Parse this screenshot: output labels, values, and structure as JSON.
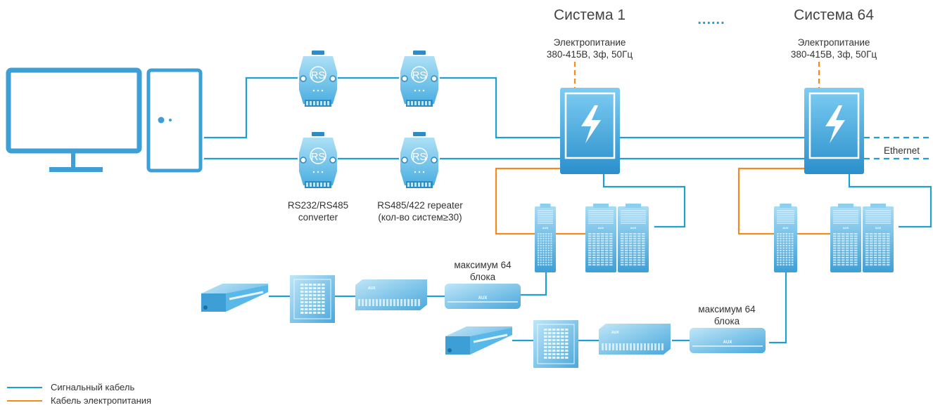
{
  "systems": [
    {
      "title": "Система 1",
      "power_line1": "Электропитание",
      "power_line2": "380-415В, 3ф, 50Гц"
    },
    {
      "title": "Система 64",
      "power_line1": "Электропитание",
      "power_line2": "380-415В, 3ф, 50Гц"
    }
  ],
  "ellipsis": "......",
  "converter_label": {
    "line1": "RS232/RS485",
    "line2": "converter"
  },
  "repeater_label": {
    "line1": "RS485/422 repeater",
    "line2": "(кол-во систем≥30)"
  },
  "module_text": "RS",
  "ethernet_label": "Ethernet",
  "max_blocks": [
    {
      "line1": "максимум 64",
      "line2": "блока"
    },
    {
      "line1": "максимум 64",
      "line2": "блока"
    }
  ],
  "brand_text": "AUX",
  "legend": [
    {
      "label": "Сигнальный кабель",
      "color": "#1e9fd4"
    },
    {
      "label": "Кабель электропитания",
      "color": "#f28a1e"
    }
  ],
  "colors": {
    "signal": "#1e9fd4",
    "power": "#f28a1e",
    "device": "#5ab8e8",
    "device_dark": "#2a8cc8"
  }
}
